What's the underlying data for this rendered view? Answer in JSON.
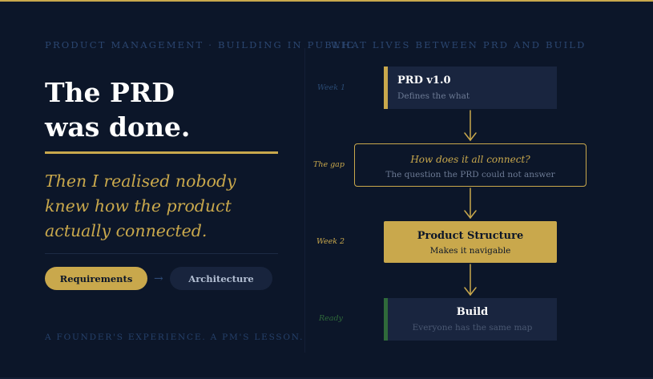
{
  "header": {
    "eyebrow_left": "PRODUCT MANAGEMENT · BUILDING IN PUBLIC",
    "eyebrow_right": "WHAT LIVES BETWEEN PRD AND BUILD"
  },
  "left": {
    "headline": [
      "The PRD",
      "was done."
    ],
    "subheadline": [
      "Then I realised nobody",
      "knew how the product",
      "actually connected."
    ],
    "pill_requirements": "Requirements",
    "pill_arrow": "→",
    "pill_architecture": "Architecture",
    "footer": "A FOUNDER'S EXPERIENCE. A PM'S LESSON."
  },
  "flow": {
    "steps": [
      {
        "week": "Week 1",
        "title": "PRD v1.0",
        "subtitle": "Defines the what"
      },
      {
        "week": "The gap",
        "title": "How does it all connect?",
        "subtitle": "The question the PRD could not answer"
      },
      {
        "week": "Week 2",
        "title": "Product Structure",
        "subtitle": "Makes it navigable"
      },
      {
        "week": "Ready",
        "title": "Build",
        "subtitle": "Everyone has the same map"
      }
    ]
  },
  "colors": {
    "background": "#0c1629",
    "gold": "#c9a84c",
    "card": "#19253f",
    "green": "#2f6a3a"
  }
}
